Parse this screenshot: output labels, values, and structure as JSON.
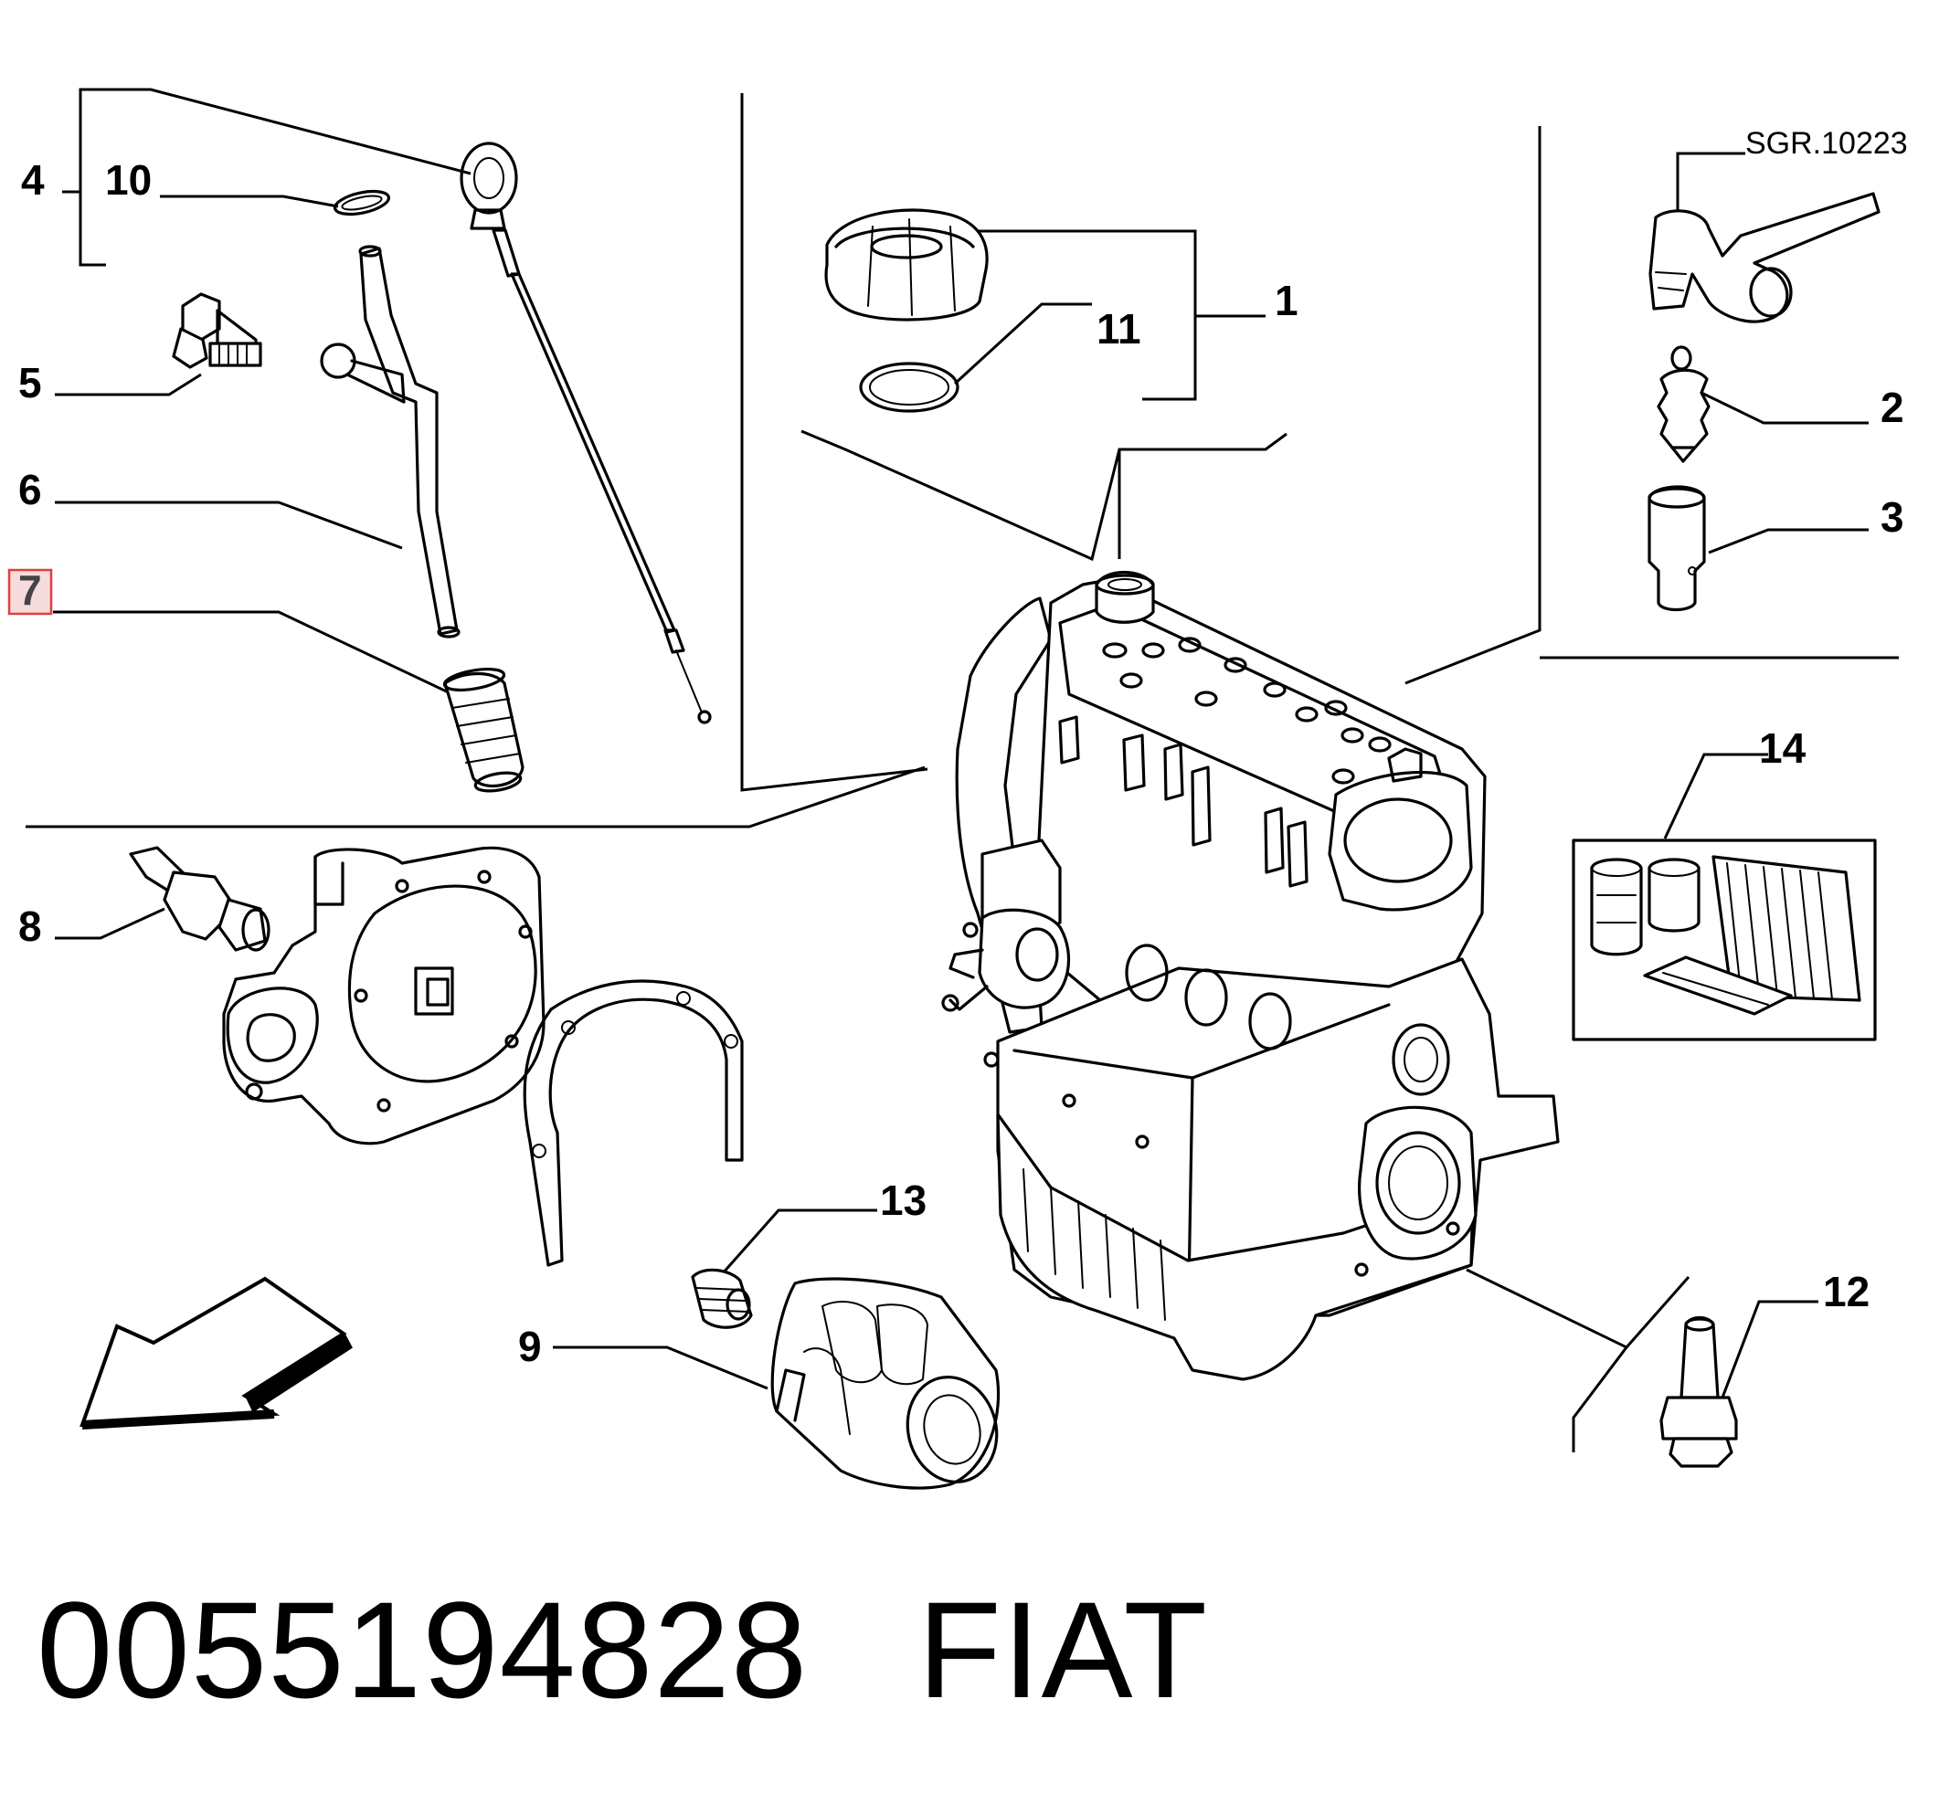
{
  "diagram": {
    "callouts": {
      "c1": "1",
      "c2": "2",
      "c3": "3",
      "c4": "4",
      "c5": "5",
      "c6": "6",
      "c7": "7",
      "c8": "8",
      "c9": "9",
      "c10": "10",
      "c11": "11",
      "c12": "12",
      "c13": "13",
      "c14": "14"
    },
    "group_ref": "SGR.10223",
    "highlighted_callout": "7",
    "highlight_color": "#e0403c",
    "highlight_fill": "#f6dcdc",
    "line_color": "#000000"
  },
  "caption": {
    "part_number": "0055194828",
    "brand": "FIAT"
  }
}
